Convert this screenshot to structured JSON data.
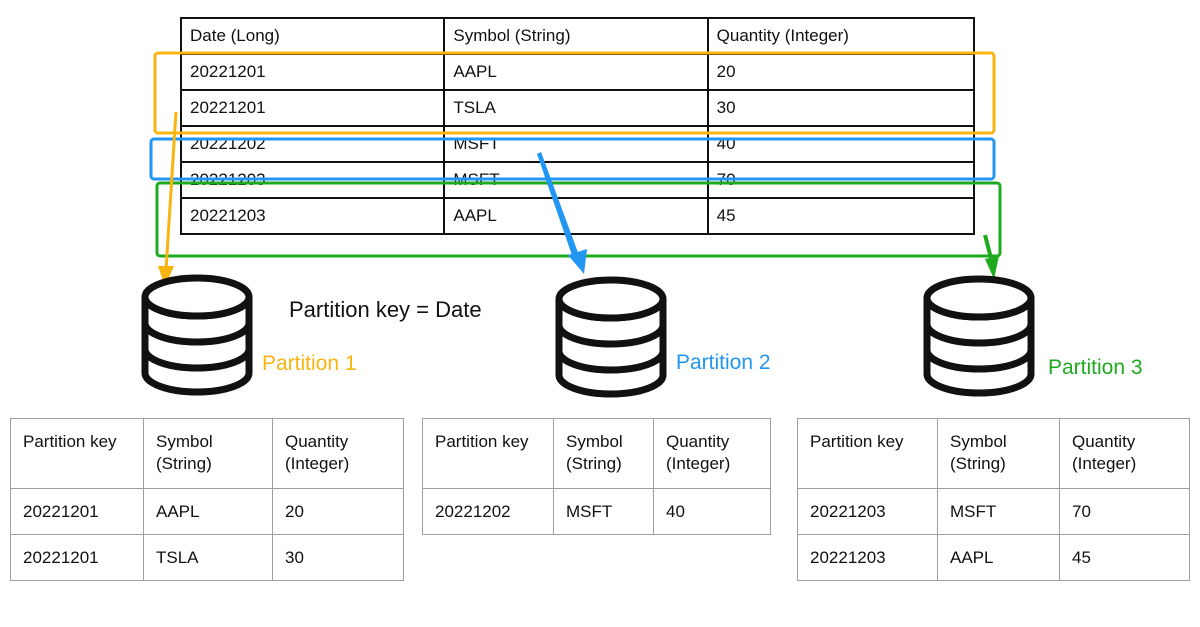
{
  "colors": {
    "partition1": "#F9B50F",
    "partition2": "#2196F3",
    "partition3": "#1EAA1E",
    "line": "#111111"
  },
  "source_table": {
    "headers": [
      "Date (Long)",
      "Symbol (String)",
      "Quantity (Integer)"
    ],
    "rows": [
      [
        "20221201",
        "AAPL",
        "20"
      ],
      [
        "20221201",
        "TSLA",
        "30"
      ],
      [
        "20221202",
        "MSFT",
        "40"
      ],
      [
        "20221203",
        "MSFT",
        "70"
      ],
      [
        "20221203",
        "AAPL",
        "45"
      ]
    ]
  },
  "diagram_title": "Partition key = Date",
  "partitions": [
    {
      "label": "Partition 1",
      "icon": "database-icon",
      "table": {
        "headers": [
          "Partition key",
          "Symbol\n(String)",
          "Quantity\n(Integer)"
        ],
        "rows": [
          [
            "20221201",
            "AAPL",
            "20"
          ],
          [
            "20221201",
            "TSLA",
            "30"
          ]
        ]
      }
    },
    {
      "label": "Partition 2",
      "icon": "database-icon",
      "table": {
        "headers": [
          "Partition key",
          "Symbol\n(String)",
          "Quantity\n(Integer)"
        ],
        "rows": [
          [
            "20221202",
            "MSFT",
            "40"
          ]
        ]
      }
    },
    {
      "label": "Partition 3",
      "icon": "database-icon",
      "table": {
        "headers": [
          "Partition key",
          "Symbol\n(String)",
          "Quantity\n(Integer)"
        ],
        "rows": [
          [
            "20221203",
            "MSFT",
            "70"
          ],
          [
            "20221203",
            "AAPL",
            "45"
          ]
        ]
      }
    }
  ]
}
